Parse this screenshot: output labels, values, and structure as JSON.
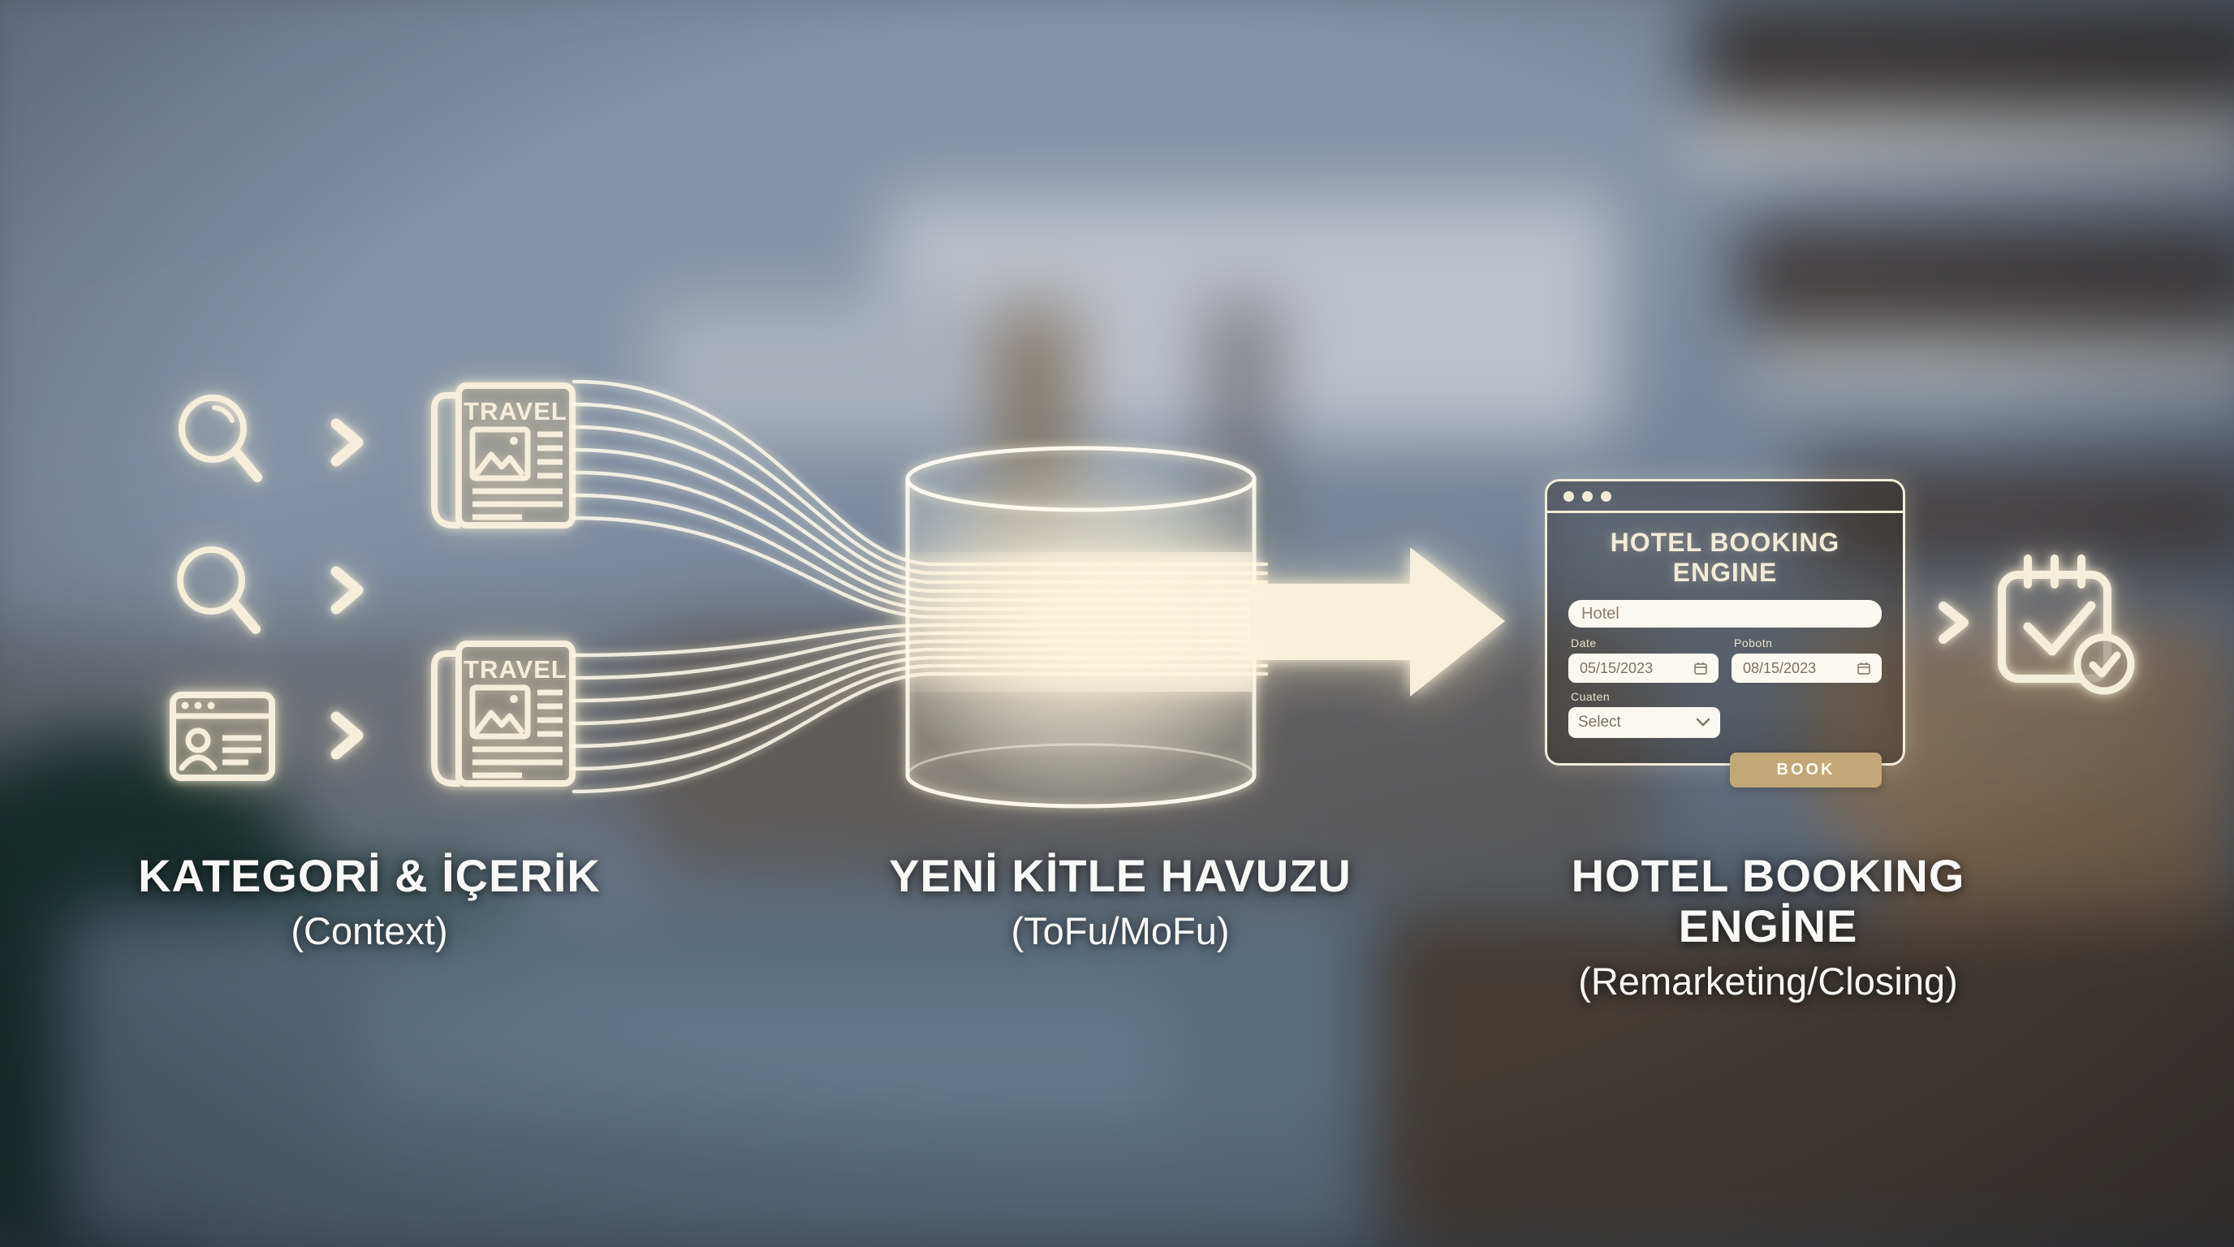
{
  "diagram": {
    "stages": [
      {
        "label": "KATEGORİ & İÇERİK",
        "sublabel": "(Context)"
      },
      {
        "label": "YENİ KİTLE HAVUZU",
        "sublabel": "(ToFu/MoFu)"
      },
      {
        "label": "HOTEL BOOKING ENGİNE",
        "sublabel": "(Remarketing/Closing)"
      }
    ],
    "article_masthead": "TRAVEL"
  },
  "booking_window": {
    "title": "HOTEL BOOKING ENGINE",
    "hotel_value": "Hotel",
    "date_label": "Date",
    "date_value": "05/15/2023",
    "return_label": "Pobotn",
    "return_value": "08/15/2023",
    "guests_label": "Cuaten",
    "guests_value": "Select",
    "book_label": "BOOK"
  },
  "colors": {
    "glow_cream": "#f5eedb",
    "book_button": "#c3a877",
    "caption_white": "#f8f8f6",
    "input_text": "#7b7264"
  }
}
